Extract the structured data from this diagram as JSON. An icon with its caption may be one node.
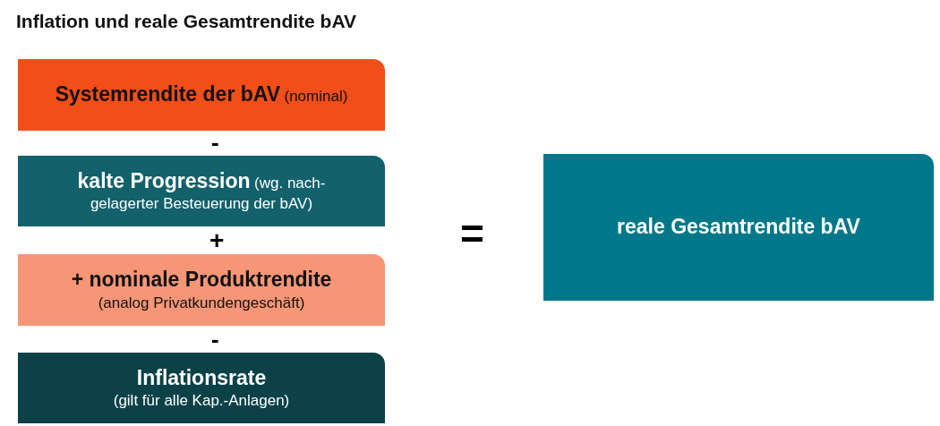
{
  "diagram": {
    "title": "Inflation und reale Gesamtrendite bAV",
    "nodes": [
      {
        "text": [
          "Systemrendite der bAV",
          "(nominal)"
        ]
      },
      {
        "text": [
          "kalte Progression",
          "(wg. nach- gelagerter Besteuerung der bAV)"
        ]
      },
      {
        "text": [
          "+ nominale Produktrendite",
          "(analog Privatkundengeschäft)"
        ]
      },
      {
        "text": [
          "Inflationsrate",
          "(gilt für alle Kap.-Anlagen)"
        ]
      },
      {
        "text": [
          "reale Gesamtrendite bAV"
        ]
      }
    ],
    "labels": [
      "-",
      "+",
      "-",
      "="
    ]
  }
}
